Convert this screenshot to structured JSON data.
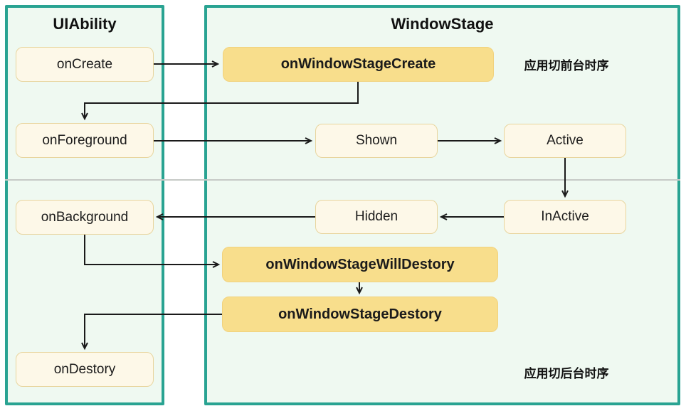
{
  "left_panel": {
    "title": "UIAbility",
    "on_create": "onCreate",
    "on_foreground": "onForeground",
    "on_background": "onBackground",
    "on_destory": "onDestory"
  },
  "right_panel": {
    "title": "WindowStage",
    "on_window_stage_create": "onWindowStageCreate",
    "shown": "Shown",
    "active": "Active",
    "hidden": "Hidden",
    "inactive": "InActive",
    "on_window_stage_will_destory": "onWindowStageWillDestory",
    "on_window_stage_destory": "onWindowStageDestory"
  },
  "annotations": {
    "foreground_sequence": "应用切前台时序",
    "background_sequence": "应用切后台时序"
  },
  "colors": {
    "panel_border": "#29A392",
    "panel_background": "#EFF9F1",
    "state_box_fill": "#FDF8E8",
    "state_box_border": "#E8D59E",
    "highlight_box_fill": "#F8DE8C",
    "divider": "#C6CAC6",
    "arrow": "#1A1A1A",
    "text": "#111111"
  },
  "edges": [
    {
      "from": "onCreate",
      "to": "onWindowStageCreate"
    },
    {
      "from": "onWindowStageCreate",
      "to": "onForeground"
    },
    {
      "from": "onForeground",
      "to": "Shown"
    },
    {
      "from": "Shown",
      "to": "Active"
    },
    {
      "from": "Active",
      "to": "InActive"
    },
    {
      "from": "InActive",
      "to": "Hidden"
    },
    {
      "from": "Hidden",
      "to": "onBackground"
    },
    {
      "from": "onBackground",
      "to": "onWindowStageWillDestory"
    },
    {
      "from": "onWindowStageWillDestory",
      "to": "onWindowStageDestory"
    },
    {
      "from": "onWindowStageDestory",
      "to": "onDestory"
    }
  ]
}
